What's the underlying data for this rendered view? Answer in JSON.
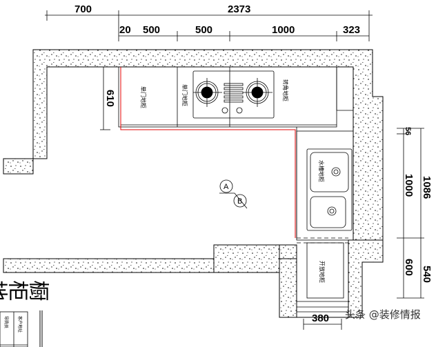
{
  "dimensions": {
    "top_left": "700",
    "top_total": "2373",
    "seg_20": "20",
    "seg_500a": "500",
    "seg_500b": "500",
    "seg_1000": "1000",
    "seg_323": "323",
    "left_610": "610",
    "right_56": "56",
    "right_1000": "1000",
    "right_1086": "1086",
    "right_600": "600",
    "right_540": "540",
    "bottom_380": "380"
  },
  "cabinets": {
    "single_door_1": "单门地柜",
    "single_door_2": "单门地柜",
    "corner": "转角地柜",
    "sink": "水槽地柜",
    "open": "开放地柜"
  },
  "markers": {
    "a": "A",
    "b": "B"
  },
  "title": "橱柜地",
  "title_block": {
    "customer_address": "客户地址",
    "sales_guide": "导购员"
  },
  "watermark": "头条 @装修情报",
  "colors": {
    "wall_line": "#000000",
    "red_line": "#e00000"
  }
}
